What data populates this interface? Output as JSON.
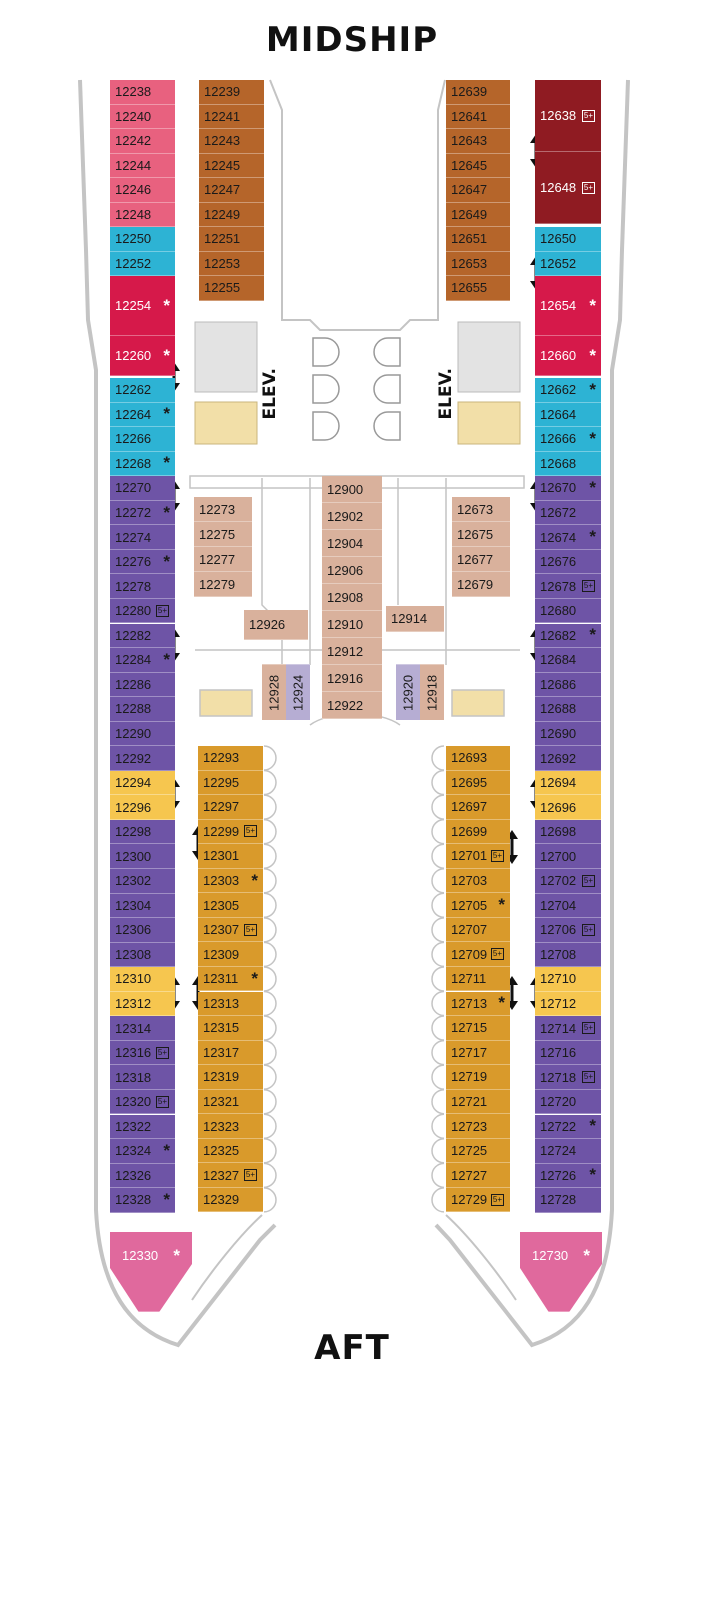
{
  "labels": {
    "top": "MIDSHIP",
    "bottom": "AFT",
    "elevator": "ELEV."
  },
  "colors": {
    "hull": "#c8c8c8",
    "red": "#d6194a",
    "pink": "#e8617f",
    "cyan": "#2db3d4",
    "purple": "#6e54a6",
    "yellow": "#f6c64f",
    "brown": "#b5652a",
    "orange": "#d99a2b",
    "darkred": "#8f1b22",
    "tan": "#d9b19c",
    "lavender": "#b6add3",
    "hotpink": "#e0699d"
  },
  "legend_symbols": {
    "star": "*",
    "sp": "5+"
  },
  "cabins": [
    {
      "n": "12238",
      "c": "pink"
    },
    {
      "n": "12240",
      "c": "pink"
    },
    {
      "n": "12242",
      "c": "pink"
    },
    {
      "n": "12244",
      "c": "pink"
    },
    {
      "n": "12246",
      "c": "pink"
    },
    {
      "n": "12248",
      "c": "pink"
    },
    {
      "n": "12250",
      "c": "cyan"
    },
    {
      "n": "12252",
      "c": "cyan"
    },
    {
      "n": "12254",
      "c": "red",
      "m": "*"
    },
    {
      "n": "12260",
      "c": "red",
      "m": "*"
    },
    {
      "n": "12262",
      "c": "cyan"
    },
    {
      "n": "12264",
      "c": "cyan",
      "m": "*"
    },
    {
      "n": "12266",
      "c": "cyan"
    },
    {
      "n": "12268",
      "c": "cyan",
      "m": "*"
    },
    {
      "n": "12270",
      "c": "purple"
    },
    {
      "n": "12272",
      "c": "purple",
      "m": "*"
    },
    {
      "n": "12274",
      "c": "purple"
    },
    {
      "n": "12276",
      "c": "purple",
      "m": "*"
    },
    {
      "n": "12278",
      "c": "purple"
    },
    {
      "n": "12280",
      "c": "purple",
      "s": "5+"
    },
    {
      "n": "12282",
      "c": "purple"
    },
    {
      "n": "12284",
      "c": "purple",
      "m": "*"
    },
    {
      "n": "12286",
      "c": "purple"
    },
    {
      "n": "12288",
      "c": "purple"
    },
    {
      "n": "12290",
      "c": "purple"
    },
    {
      "n": "12292",
      "c": "purple"
    },
    {
      "n": "12294",
      "c": "yellow"
    },
    {
      "n": "12296",
      "c": "yellow"
    },
    {
      "n": "12298",
      "c": "purple"
    },
    {
      "n": "12300",
      "c": "purple"
    },
    {
      "n": "12302",
      "c": "purple"
    },
    {
      "n": "12304",
      "c": "purple"
    },
    {
      "n": "12306",
      "c": "purple"
    },
    {
      "n": "12308",
      "c": "purple"
    },
    {
      "n": "12310",
      "c": "yellow"
    },
    {
      "n": "12312",
      "c": "yellow"
    },
    {
      "n": "12314",
      "c": "purple"
    },
    {
      "n": "12316",
      "c": "purple",
      "s": "5+"
    },
    {
      "n": "12318",
      "c": "purple"
    },
    {
      "n": "12320",
      "c": "purple",
      "s": "5+"
    },
    {
      "n": "12322",
      "c": "purple"
    },
    {
      "n": "12324",
      "c": "purple",
      "m": "*"
    },
    {
      "n": "12326",
      "c": "purple"
    },
    {
      "n": "12328",
      "c": "purple",
      "m": "*"
    },
    {
      "n": "12330",
      "c": "hotpink",
      "m": "*"
    },
    {
      "n": "12239",
      "c": "brown"
    },
    {
      "n": "12241",
      "c": "brown"
    },
    {
      "n": "12243",
      "c": "brown"
    },
    {
      "n": "12245",
      "c": "brown"
    },
    {
      "n": "12247",
      "c": "brown"
    },
    {
      "n": "12249",
      "c": "brown"
    },
    {
      "n": "12251",
      "c": "brown"
    },
    {
      "n": "12253",
      "c": "brown"
    },
    {
      "n": "12255",
      "c": "brown"
    },
    {
      "n": "12273",
      "c": "tan"
    },
    {
      "n": "12275",
      "c": "tan"
    },
    {
      "n": "12277",
      "c": "tan"
    },
    {
      "n": "12279",
      "c": "tan"
    },
    {
      "n": "12926",
      "c": "tan"
    },
    {
      "n": "12928",
      "c": "tan"
    },
    {
      "n": "12924",
      "c": "lavender"
    },
    {
      "n": "12900",
      "c": "tan"
    },
    {
      "n": "12902",
      "c": "tan"
    },
    {
      "n": "12904",
      "c": "tan"
    },
    {
      "n": "12906",
      "c": "tan"
    },
    {
      "n": "12908",
      "c": "tan"
    },
    {
      "n": "12910",
      "c": "tan"
    },
    {
      "n": "12912",
      "c": "tan"
    },
    {
      "n": "12916",
      "c": "tan"
    },
    {
      "n": "12922",
      "c": "tan"
    },
    {
      "n": "12914",
      "c": "tan"
    },
    {
      "n": "12920",
      "c": "lavender"
    },
    {
      "n": "12918",
      "c": "tan"
    },
    {
      "n": "12673",
      "c": "tan"
    },
    {
      "n": "12675",
      "c": "tan"
    },
    {
      "n": "12677",
      "c": "tan"
    },
    {
      "n": "12679",
      "c": "tan"
    },
    {
      "n": "12293",
      "c": "orange"
    },
    {
      "n": "12295",
      "c": "orange"
    },
    {
      "n": "12297",
      "c": "orange"
    },
    {
      "n": "12299",
      "c": "orange",
      "s": "5+"
    },
    {
      "n": "12301",
      "c": "orange"
    },
    {
      "n": "12303",
      "c": "orange",
      "m": "*"
    },
    {
      "n": "12305",
      "c": "orange"
    },
    {
      "n": "12307",
      "c": "orange",
      "s": "5+"
    },
    {
      "n": "12309",
      "c": "orange"
    },
    {
      "n": "12311",
      "c": "orange",
      "m": "*"
    },
    {
      "n": "12313",
      "c": "orange"
    },
    {
      "n": "12315",
      "c": "orange"
    },
    {
      "n": "12317",
      "c": "orange"
    },
    {
      "n": "12319",
      "c": "orange"
    },
    {
      "n": "12321",
      "c": "orange"
    },
    {
      "n": "12323",
      "c": "orange"
    },
    {
      "n": "12325",
      "c": "orange"
    },
    {
      "n": "12327",
      "c": "orange",
      "s": "5+"
    },
    {
      "n": "12329",
      "c": "orange"
    },
    {
      "n": "12639",
      "c": "brown"
    },
    {
      "n": "12641",
      "c": "brown"
    },
    {
      "n": "12643",
      "c": "brown"
    },
    {
      "n": "12645",
      "c": "brown"
    },
    {
      "n": "12647",
      "c": "brown"
    },
    {
      "n": "12649",
      "c": "brown"
    },
    {
      "n": "12651",
      "c": "brown"
    },
    {
      "n": "12653",
      "c": "brown"
    },
    {
      "n": "12655",
      "c": "brown"
    },
    {
      "n": "12693",
      "c": "orange"
    },
    {
      "n": "12695",
      "c": "orange"
    },
    {
      "n": "12697",
      "c": "orange"
    },
    {
      "n": "12699",
      "c": "orange"
    },
    {
      "n": "12701",
      "c": "orange",
      "s": "5+"
    },
    {
      "n": "12703",
      "c": "orange"
    },
    {
      "n": "12705",
      "c": "orange",
      "m": "*"
    },
    {
      "n": "12707",
      "c": "orange"
    },
    {
      "n": "12709",
      "c": "orange",
      "s": "5+"
    },
    {
      "n": "12711",
      "c": "orange"
    },
    {
      "n": "12713",
      "c": "orange",
      "m": "*"
    },
    {
      "n": "12715",
      "c": "orange"
    },
    {
      "n": "12717",
      "c": "orange"
    },
    {
      "n": "12719",
      "c": "orange"
    },
    {
      "n": "12721",
      "c": "orange"
    },
    {
      "n": "12723",
      "c": "orange"
    },
    {
      "n": "12725",
      "c": "orange"
    },
    {
      "n": "12727",
      "c": "orange"
    },
    {
      "n": "12729",
      "c": "orange",
      "s": "5+"
    },
    {
      "n": "12638",
      "c": "darkred",
      "s": "5+"
    },
    {
      "n": "12648",
      "c": "darkred",
      "s": "5+"
    },
    {
      "n": "12650",
      "c": "cyan"
    },
    {
      "n": "12652",
      "c": "cyan"
    },
    {
      "n": "12654",
      "c": "red",
      "m": "*"
    },
    {
      "n": "12660",
      "c": "red",
      "m": "*"
    },
    {
      "n": "12662",
      "c": "cyan",
      "m": "*"
    },
    {
      "n": "12664",
      "c": "cyan"
    },
    {
      "n": "12666",
      "c": "cyan",
      "m": "*"
    },
    {
      "n": "12668",
      "c": "cyan"
    },
    {
      "n": "12670",
      "c": "purple",
      "m": "*"
    },
    {
      "n": "12672",
      "c": "purple"
    },
    {
      "n": "12674",
      "c": "purple",
      "m": "*"
    },
    {
      "n": "12676",
      "c": "purple"
    },
    {
      "n": "12678",
      "c": "purple",
      "s": "5+"
    },
    {
      "n": "12680",
      "c": "purple"
    },
    {
      "n": "12682",
      "c": "purple",
      "m": "*"
    },
    {
      "n": "12684",
      "c": "purple"
    },
    {
      "n": "12686",
      "c": "purple"
    },
    {
      "n": "12688",
      "c": "purple"
    },
    {
      "n": "12690",
      "c": "purple"
    },
    {
      "n": "12692",
      "c": "purple"
    },
    {
      "n": "12694",
      "c": "yellow"
    },
    {
      "n": "12696",
      "c": "yellow"
    },
    {
      "n": "12698",
      "c": "purple"
    },
    {
      "n": "12700",
      "c": "purple"
    },
    {
      "n": "12702",
      "c": "purple",
      "s": "5+"
    },
    {
      "n": "12704",
      "c": "purple"
    },
    {
      "n": "12706",
      "c": "purple",
      "s": "5+"
    },
    {
      "n": "12708",
      "c": "purple"
    },
    {
      "n": "12710",
      "c": "yellow"
    },
    {
      "n": "12712",
      "c": "yellow"
    },
    {
      "n": "12714",
      "c": "purple",
      "s": "5+"
    },
    {
      "n": "12716",
      "c": "purple"
    },
    {
      "n": "12718",
      "c": "purple",
      "s": "5+"
    },
    {
      "n": "12720",
      "c": "purple"
    },
    {
      "n": "12722",
      "c": "purple",
      "m": "*"
    },
    {
      "n": "12724",
      "c": "purple"
    },
    {
      "n": "12726",
      "c": "purple",
      "m": "*"
    },
    {
      "n": "12728",
      "c": "purple"
    },
    {
      "n": "12730",
      "c": "hotpink",
      "m": "*"
    }
  ]
}
